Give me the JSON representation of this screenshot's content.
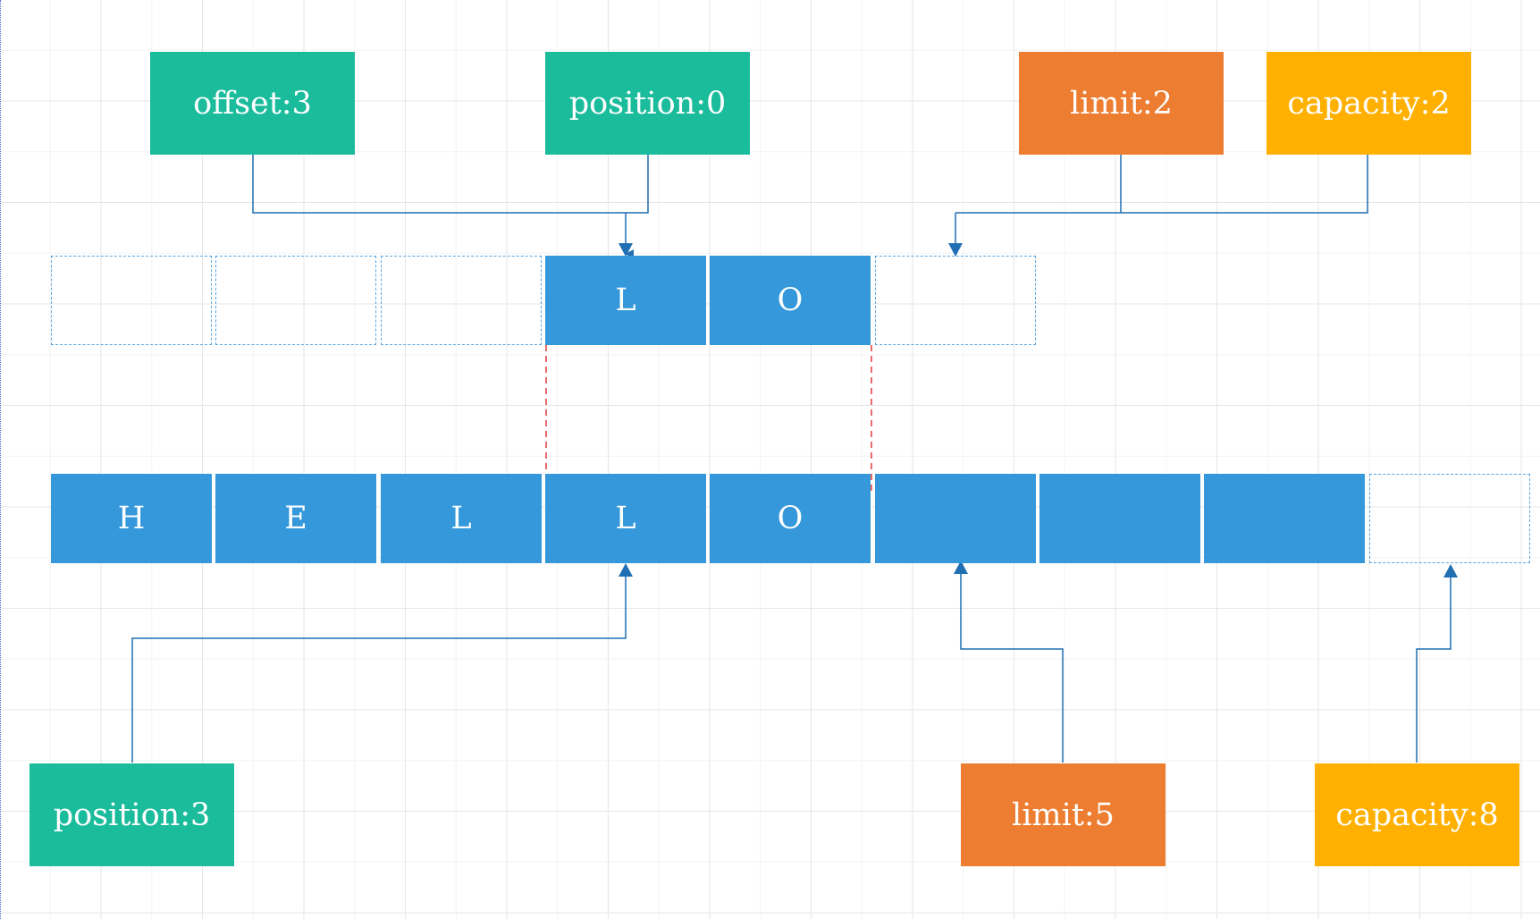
{
  "top_labels": {
    "offset": "offset:3",
    "position": "position:0",
    "limit": "limit:2",
    "capacity": "capacity:2"
  },
  "bottom_labels": {
    "position": "position:3",
    "limit": "limit:5",
    "capacity": "capacity:8"
  },
  "top_buffer": {
    "cells": [
      "",
      "",
      "",
      "L",
      "O",
      ""
    ],
    "filled": [
      false,
      false,
      false,
      true,
      true,
      false
    ]
  },
  "main_buffer": {
    "cells": [
      "H",
      "E",
      "L",
      "L",
      "O",
      "",
      "",
      "",
      ""
    ],
    "filled": [
      true,
      true,
      true,
      true,
      true,
      true,
      true,
      true,
      false
    ]
  },
  "colors": {
    "cell_fill": "#3498db",
    "position_offset": "#1abc9c",
    "limit": "#ed7d31",
    "capacity": "#ffb000",
    "arrow": "#1f6fb2",
    "slice_guide": "#e03a3a"
  }
}
